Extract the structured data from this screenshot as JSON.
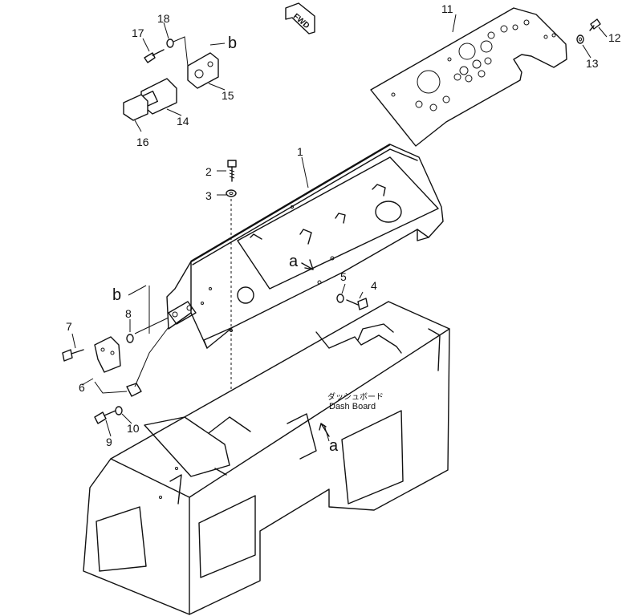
{
  "diagram": {
    "fwd_label": "FWD",
    "dash_board_jp": "ダッシュボード",
    "dash_board_en": "Dash Board",
    "view_a": "a",
    "view_b": "b",
    "callouts": [
      "1",
      "2",
      "3",
      "4",
      "5",
      "6",
      "7",
      "8",
      "9",
      "10",
      "11",
      "12",
      "13",
      "14",
      "15",
      "16",
      "17",
      "18"
    ]
  }
}
